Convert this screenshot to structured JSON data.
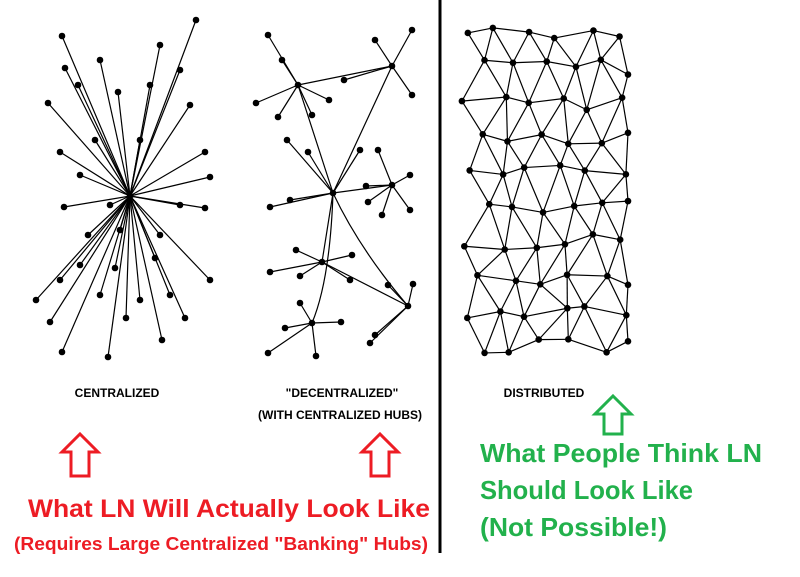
{
  "labels": {
    "centralized": "CENTRALIZED",
    "decentralized": "\"DECENTRALIZED\"",
    "decentralized_sub": "(WITH CENTRALIZED HUBS)",
    "distributed": "DISTRIBUTED"
  },
  "red_caption": {
    "line1": "What LN Will Actually Look Like",
    "line2": "(Requires Large Centralized \"Banking\" Hubs)"
  },
  "green_caption": {
    "line1": "What People Think LN",
    "line2": "Should Look Like",
    "line3": "(Not Possible!)"
  },
  "colors": {
    "red": "#ed1c24",
    "green": "#22b14c",
    "ink": "#000000"
  }
}
